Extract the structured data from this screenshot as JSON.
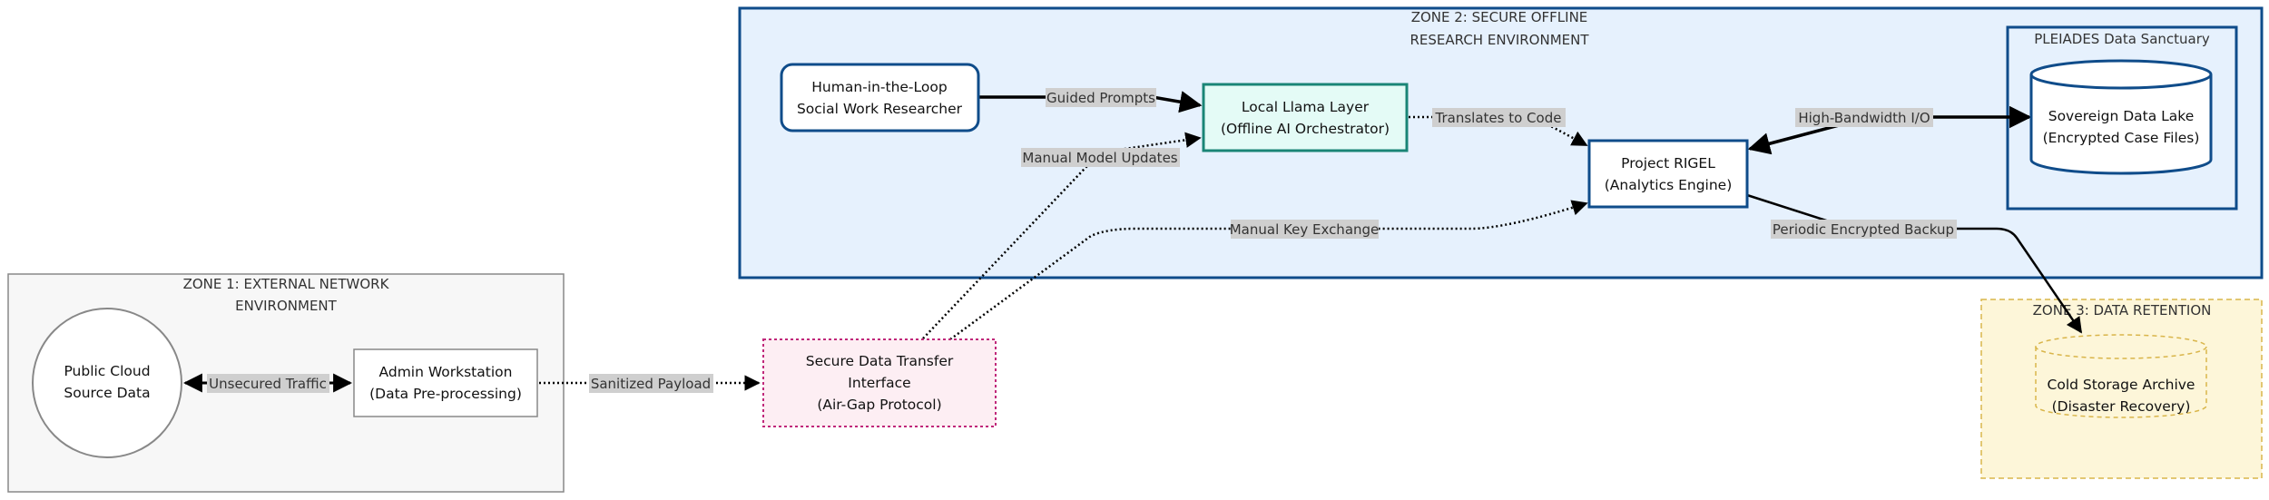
{
  "zones": {
    "external": {
      "title_line1": "ZONE 1: EXTERNAL NETWORK",
      "title_line2": "ENVIRONMENT"
    },
    "secure": {
      "title_line1": "ZONE 2: SECURE OFFLINE",
      "title_line2": "RESEARCH ENVIRONMENT"
    },
    "retention": {
      "title": "ZONE 3: DATA RETENTION"
    },
    "sanctuary": {
      "title": "PLEIADES Data Sanctuary"
    }
  },
  "nodes": {
    "public_cloud": {
      "line1": "Public Cloud",
      "line2": "Source Data"
    },
    "admin_workstation": {
      "line1": "Admin Workstation",
      "line2": "(Data Pre-processing)"
    },
    "transfer_interface": {
      "line1": "Secure Data Transfer",
      "line2": "Interface",
      "line3": "(Air-Gap Protocol)"
    },
    "researcher": {
      "line1": "Human-in-the-Loop",
      "line2": "Social Work Researcher"
    },
    "llama": {
      "line1": "Local Llama Layer",
      "line2": "(Offline AI Orchestrator)"
    },
    "rigel": {
      "line1": "Project RIGEL",
      "line2": "(Analytics Engine)"
    },
    "data_lake": {
      "line1": "Sovereign Data Lake",
      "line2": "(Encrypted Case Files)"
    },
    "cold_storage": {
      "line1": "Cold Storage Archive",
      "line2": "(Disaster Recovery)"
    }
  },
  "edges": {
    "unsecured_traffic": "Unsecured Traffic",
    "sanitized_payload": "Sanitized Payload",
    "guided_prompts": "Guided Prompts",
    "manual_model_updates": "Manual Model Updates",
    "translates_to_code": "Translates to Code",
    "manual_key_exchange": "Manual Key Exchange",
    "high_bandwidth_io": "High-Bandwidth I/O",
    "periodic_backup": "Periodic Encrypted Backup"
  },
  "colors": {
    "secure_zone_fill": "#e6f1fd",
    "secure_zone_stroke": "#0f4c8a",
    "external_zone_fill": "#f7f7f7",
    "retention_zone_fill": "#fdf6d9",
    "retention_zone_stroke": "#d9b54a",
    "llama_fill": "#e4fbf6",
    "llama_stroke": "#1a8576",
    "transfer_fill": "#fdeef3",
    "transfer_stroke": "#c0287a"
  }
}
